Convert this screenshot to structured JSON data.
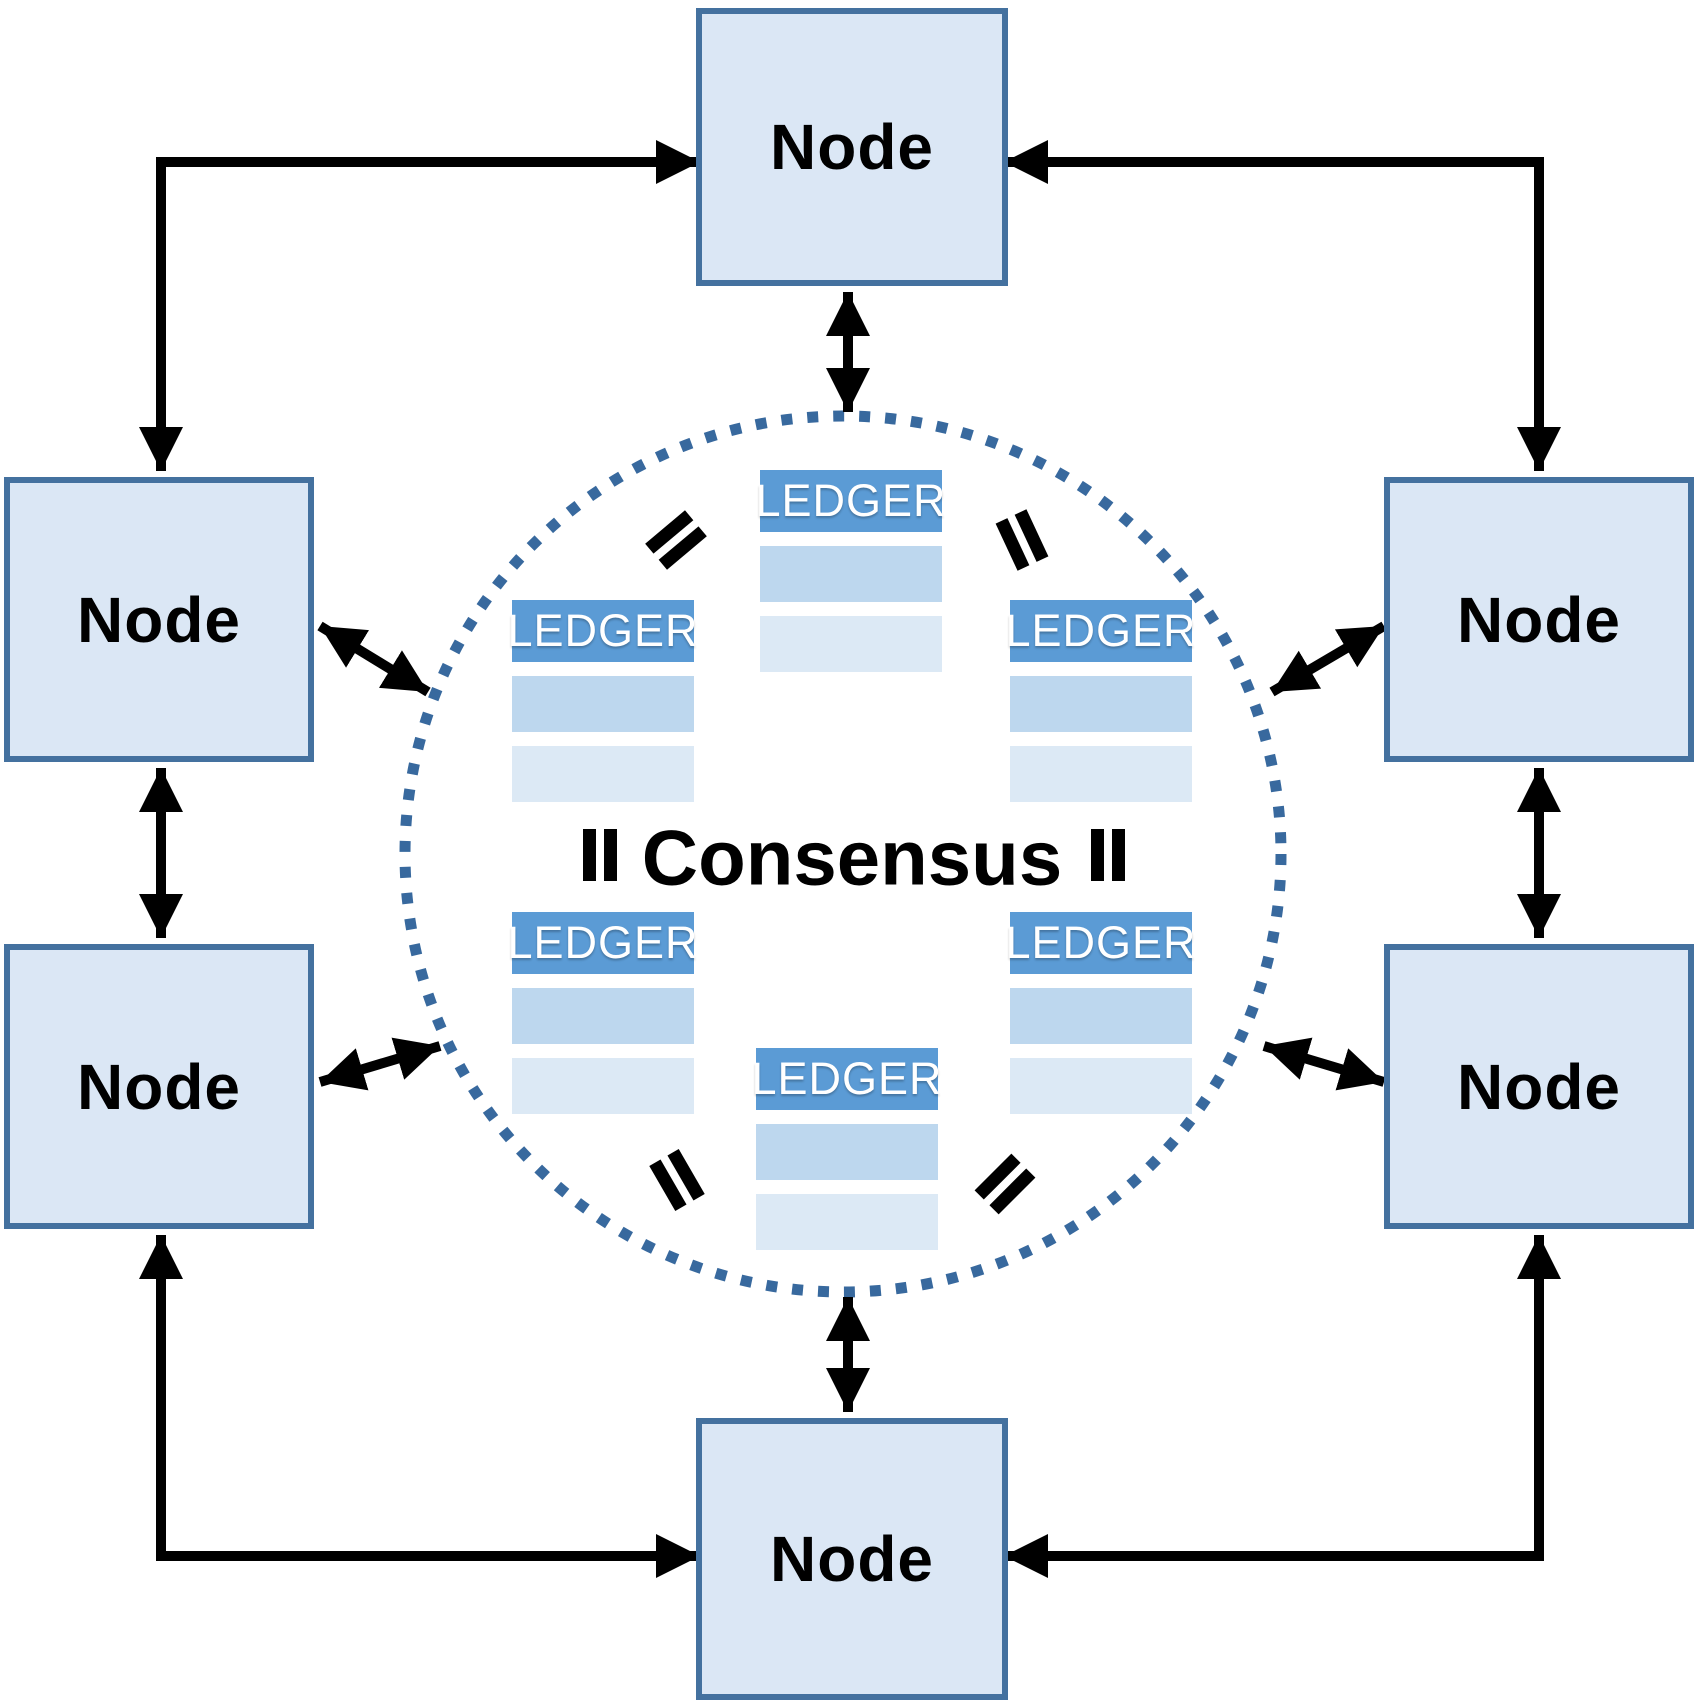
{
  "diagram_type": "peer-to-peer blockchain consensus network",
  "consensus": {
    "label": "Consensus"
  },
  "nodes": [
    {
      "position": "top",
      "label": "Node"
    },
    {
      "position": "left-upper",
      "label": "Node"
    },
    {
      "position": "left-lower",
      "label": "Node"
    },
    {
      "position": "right-upper",
      "label": "Node"
    },
    {
      "position": "right-lower",
      "label": "Node"
    },
    {
      "position": "bottom",
      "label": "Node"
    }
  ],
  "ledgers": [
    {
      "position": "top",
      "label": "LEDGER",
      "rows": 2
    },
    {
      "position": "upper-left",
      "label": "LEDGER",
      "rows": 2
    },
    {
      "position": "upper-right",
      "label": "LEDGER",
      "rows": 2
    },
    {
      "position": "lower-left",
      "label": "LEDGER",
      "rows": 2
    },
    {
      "position": "lower-right",
      "label": "LEDGER",
      "rows": 2
    },
    {
      "position": "bottom",
      "label": "LEDGER",
      "rows": 2
    }
  ],
  "equals_signs": [
    "top-left",
    "top-right",
    "middle-left",
    "middle-right",
    "bottom-left",
    "bottom-right"
  ],
  "connections": [
    "top-node <-> left-upper-node (corner)",
    "top-node <-> right-upper-node (corner)",
    "bottom-node <-> left-lower-node (corner)",
    "bottom-node <-> right-lower-node (corner)",
    "left-upper-node <-> left-lower-node",
    "right-upper-node <-> right-lower-node",
    "top-node <-> consensus-circle",
    "bottom-node <-> consensus-circle",
    "left-upper-node <-> consensus-circle",
    "left-lower-node <-> consensus-circle",
    "right-upper-node <-> consensus-circle",
    "right-lower-node <-> consensus-circle"
  ],
  "colors": {
    "node-fill": "#dbe7f5",
    "node-border": "#44719f",
    "ledger-header": "#5b9bd5",
    "ledger-row-mid": "#bdd7ee",
    "ledger-row-light": "#dce9f5",
    "ledger-text": "#ffffff",
    "circle-dots": "#38699e",
    "arrow": "#000000",
    "label-text": "#000000"
  }
}
